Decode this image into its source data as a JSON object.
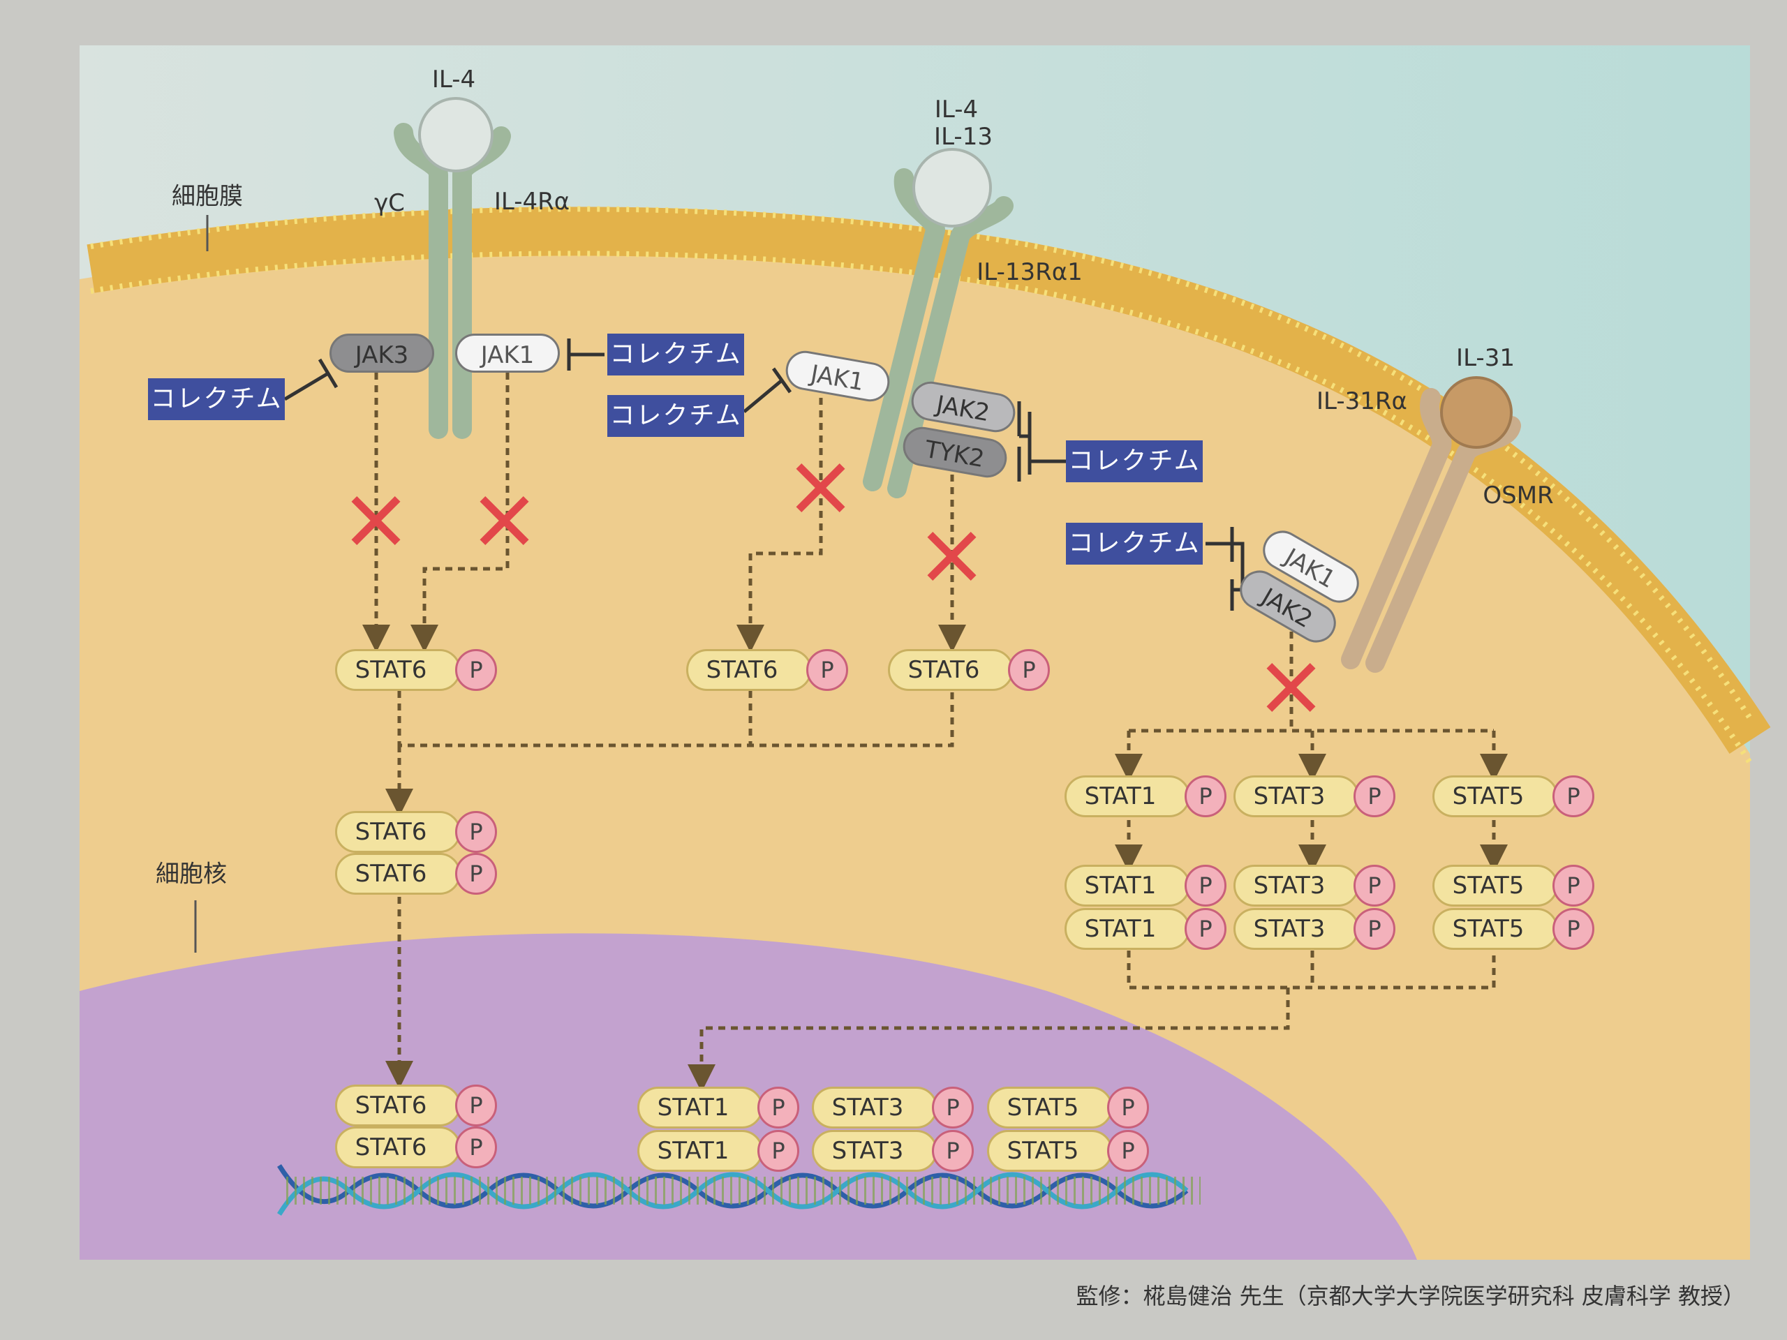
{
  "labels": {
    "membrane": "細胞膜",
    "nucleus": "細胞核",
    "il4": "IL-4",
    "il4_il13_a": "IL-4",
    "il4_il13_b": "IL-13",
    "gamma_c": "γC",
    "il4ra": "IL-4Rα",
    "il13ra1": "IL-13Rα1",
    "il31": "IL-31",
    "il31ra": "IL-31Rα",
    "osmr": "OSMR"
  },
  "drug": "コレクチム",
  "jaks": {
    "jak3": "JAK3",
    "jak1a": "JAK1",
    "jak1b": "JAK1",
    "jak2a": "JAK2",
    "tyk2": "TYK2",
    "jak1c": "JAK1",
    "jak2b": "JAK2"
  },
  "p": "P",
  "stat": {
    "s1": "STAT1",
    "s3": "STAT3",
    "s5": "STAT5",
    "s6": "STAT6"
  },
  "caption": "監修：椛島健治 先生（京都大学大学院医学研究科 皮膚科学 教授）",
  "colors": {
    "cytoplasm": "#eecd8e",
    "membrane": "#e7b44a",
    "nucleus": "#c3a2cf",
    "outside": "#cfe2dd",
    "drug": "#3f4f9e",
    "inhibit_x": "#e2474a"
  }
}
